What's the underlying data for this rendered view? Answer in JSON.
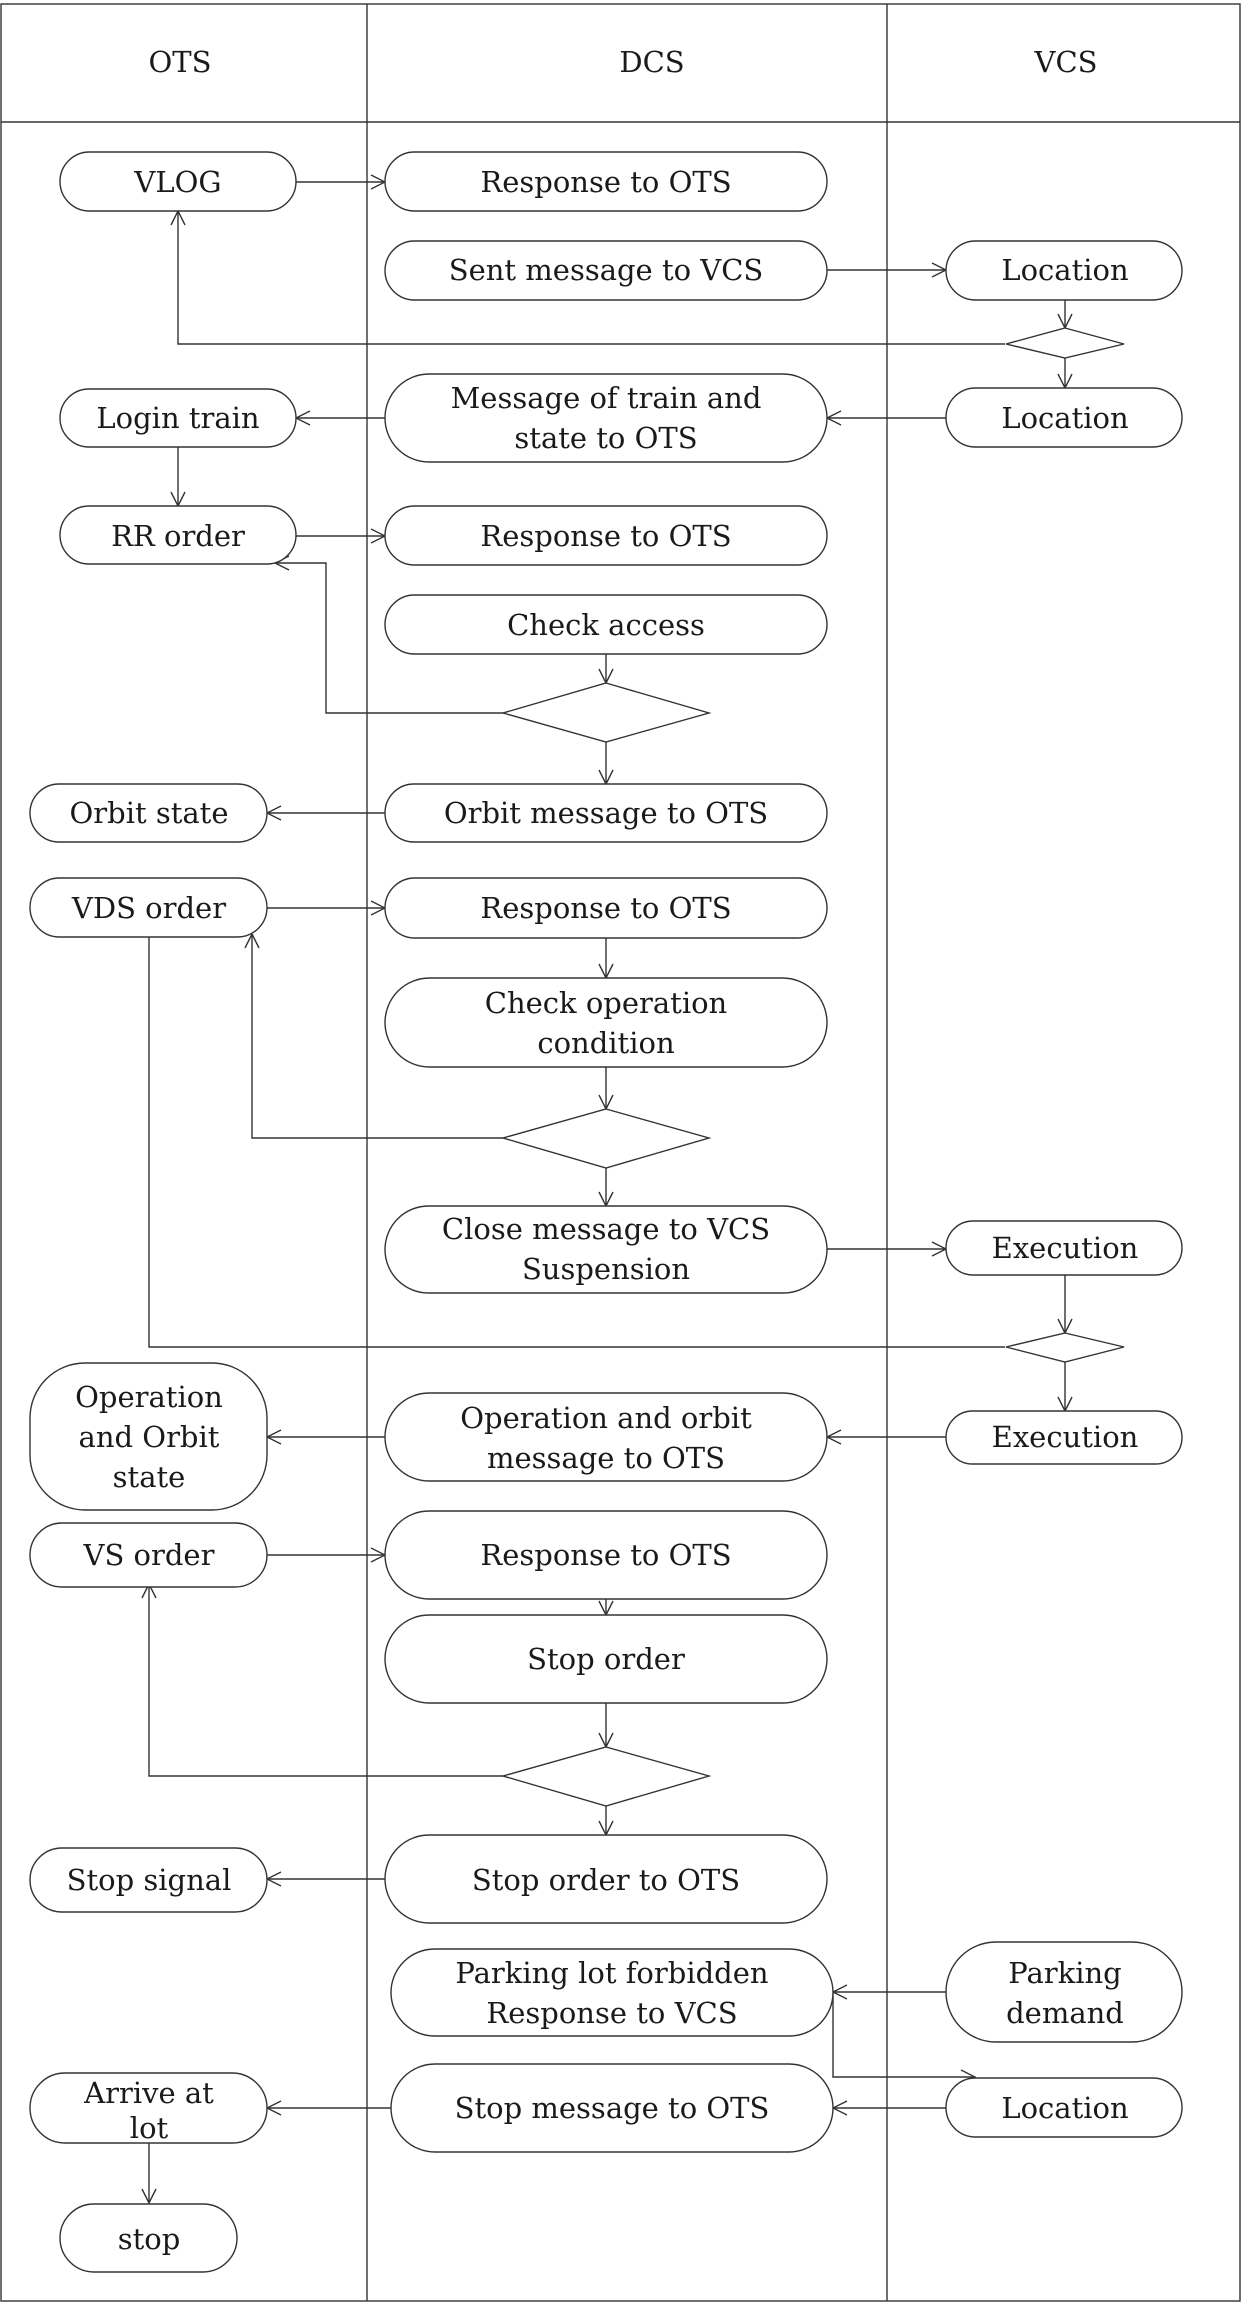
{
  "lanes": {
    "ots": "OTS",
    "dcs": "DCS",
    "vcs": "VCS"
  },
  "nodes": {
    "vlog": "VLOG",
    "resp1": "Response to OTS",
    "sent_vcs": "Sent message to VCS",
    "loc1": "Location",
    "login": "Login train",
    "msg_train": [
      "Message of train and",
      "state to OTS"
    ],
    "loc2": "Location",
    "rr": "RR order",
    "resp2": "Response to OTS",
    "check_access": "Check access",
    "orbit_state": "Orbit state",
    "orbit_msg": "Orbit message to OTS",
    "vds": "VDS order",
    "resp3": "Response to OTS",
    "check_op": [
      "Check operation",
      "condition"
    ],
    "close_msg": [
      "Close message to VCS",
      "Suspension"
    ],
    "exec1": "Execution",
    "op_orbit_state": [
      "Operation",
      "and Orbit",
      "state"
    ],
    "op_orbit_msg": [
      "Operation and orbit",
      "message to OTS"
    ],
    "exec2": "Execution",
    "vs": "VS order",
    "resp4": "Response to OTS",
    "stop_order": "Stop order",
    "stop_signal": "Stop signal",
    "stop_order_ots": "Stop order to OTS",
    "parking_forbidden": [
      "Parking lot forbidden",
      "Response to VCS"
    ],
    "parking_demand": [
      "Parking",
      "demand"
    ],
    "arrive": [
      "Arrive at",
      "lot"
    ],
    "stop_msg": "Stop message to OTS",
    "loc3": "Location",
    "stop": "stop"
  }
}
